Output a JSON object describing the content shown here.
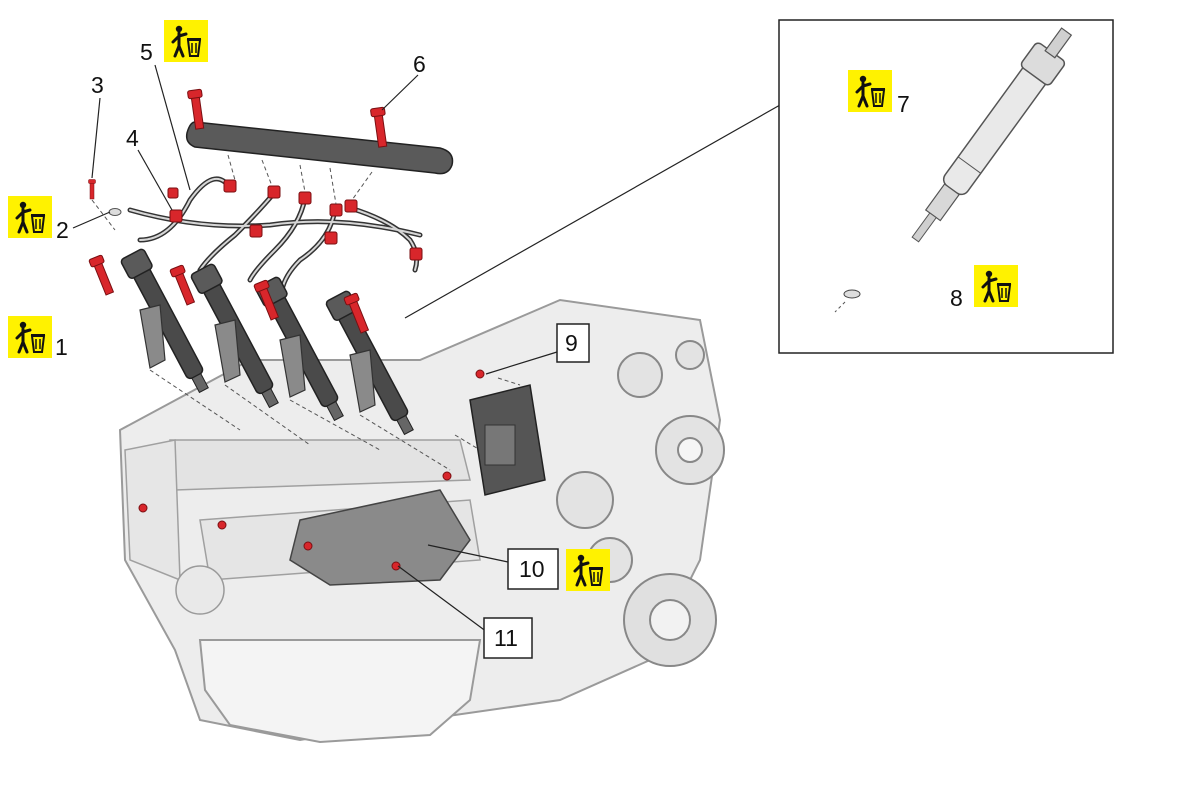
{
  "diagram": {
    "callouts": [
      {
        "id": "1",
        "label": "1",
        "boxed": false,
        "dispose_icon": true
      },
      {
        "id": "2",
        "label": "2",
        "boxed": false,
        "dispose_icon": true
      },
      {
        "id": "3",
        "label": "3",
        "boxed": false,
        "dispose_icon": false
      },
      {
        "id": "4",
        "label": "4",
        "boxed": false,
        "dispose_icon": false
      },
      {
        "id": "5",
        "label": "5",
        "boxed": false,
        "dispose_icon": true
      },
      {
        "id": "6",
        "label": "6",
        "boxed": false,
        "dispose_icon": false
      },
      {
        "id": "7",
        "label": "7",
        "boxed": false,
        "dispose_icon": true
      },
      {
        "id": "8",
        "label": "8",
        "boxed": false,
        "dispose_icon": true
      },
      {
        "id": "9",
        "label": "9",
        "boxed": true,
        "dispose_icon": false
      },
      {
        "id": "10",
        "label": "10",
        "boxed": true,
        "dispose_icon": true
      },
      {
        "id": "11",
        "label": "11",
        "boxed": true,
        "dispose_icon": false
      }
    ],
    "icons": {
      "dispose": "dispose-in-bin-icon"
    },
    "colors": {
      "fastener_red": "#d8262b",
      "dispose_badge_bg": "#fff200",
      "outline": "#222222",
      "injector_dark": "#4a4a4a",
      "engine_light": "#e9e9e9"
    }
  }
}
